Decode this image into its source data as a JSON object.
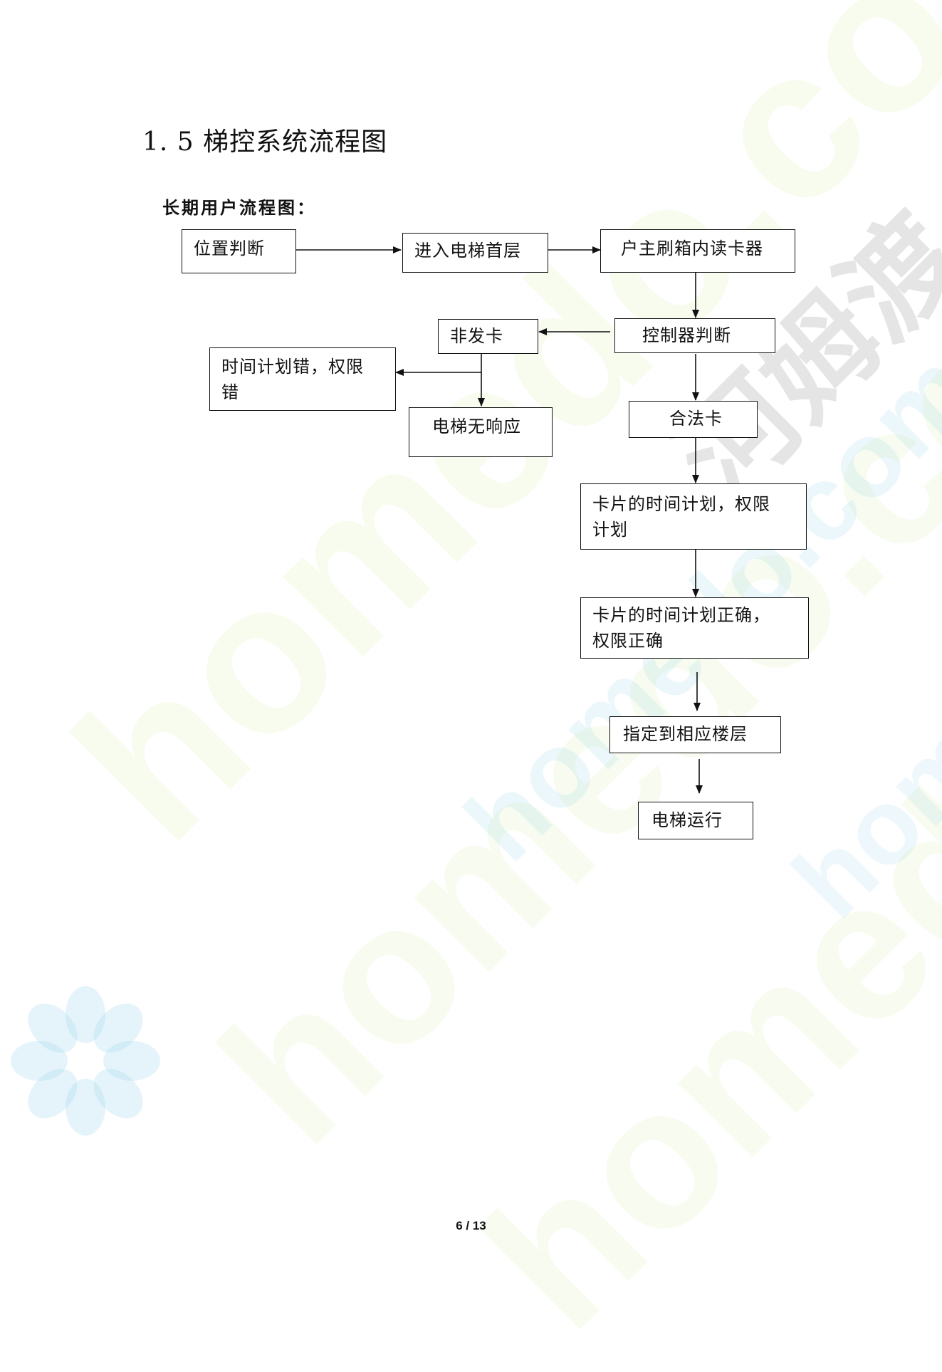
{
  "document": {
    "title": "1. 5 梯控系统流程图",
    "subtitle": "长期用户流程图：",
    "page_number": "6 / 13"
  },
  "flowchart": {
    "nodes": {
      "position_check": "位置判断",
      "enter_first_floor": "进入电梯首层",
      "swipe_card": "户主刷箱内读卡器",
      "controller_check": "控制器判断",
      "not_issued_card": "非发卡",
      "schedule_error_line1": "时间计划错，权限",
      "schedule_error_line2": "错",
      "no_response": "电梯无响应",
      "valid_card": "合法卡",
      "card_schedule_line1": "卡片的时间计划，权限",
      "card_schedule_line2": "计划",
      "schedule_correct_line1": "卡片的时间计划正确，",
      "schedule_correct_line2": "权限正确",
      "go_to_floor": "指定到相应楼层",
      "elevator_run": "电梯运行"
    }
  },
  "watermark": {
    "text_latin": "homedo.com",
    "text_cn": "河姆渡"
  },
  "colors": {
    "line": "#111111",
    "watermark_green": "#d6eca0",
    "watermark_blue": "#96d2eb"
  }
}
